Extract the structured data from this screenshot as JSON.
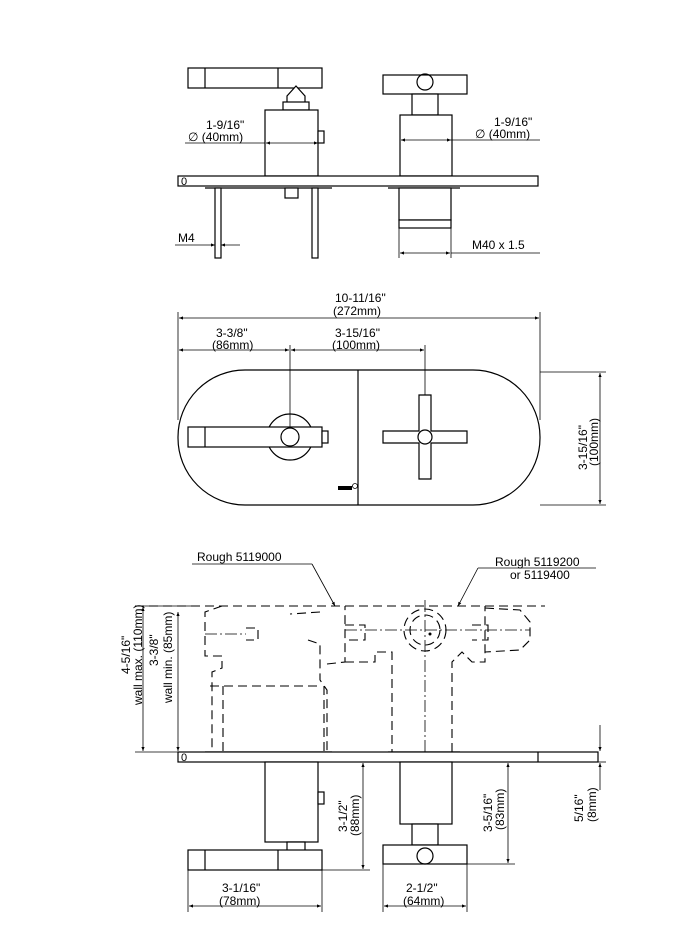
{
  "side_view": {
    "left_dia_in": "1-9/16\"",
    "left_dia_mm": "∅ (40mm)",
    "right_dia_in": "1-9/16\"",
    "right_dia_mm": "∅ (40mm)",
    "plate_mark": "0",
    "m4": "M4",
    "thread": "M40 x 1.5"
  },
  "plan_view": {
    "overall_in": "10-11/16\"",
    "overall_mm": "(272mm)",
    "left_in": "3-3/8\"",
    "left_mm": "(86mm)",
    "center_in": "3-15/16\"",
    "center_mm": "(100mm)",
    "height_in": "3-15/16\"",
    "height_mm": "(100mm)"
  },
  "section_view": {
    "rough_left": "Rough 5119000",
    "rough_right_1": "Rough 5119200",
    "rough_right_2": "or 5119400",
    "wall_max_in": "4-5/16\"",
    "wall_max_mm": "wall max. (110mm)",
    "wall_min_in": "3-3/8\"",
    "wall_min_mm": "wall min. (85mm)",
    "plate_mark": "0",
    "lever_proj_in": "3-1/2\"",
    "lever_proj_mm": "(88mm)",
    "cross_proj_in": "3-5/16\"",
    "cross_proj_mm": "(83mm)",
    "plate_in": "5/16\"",
    "plate_mm": "(8mm)",
    "lever_len_in": "3-1/16\"",
    "lever_len_mm": "(78mm)",
    "cross_len_in": "2-1/2\"",
    "cross_len_mm": "(64mm)"
  }
}
